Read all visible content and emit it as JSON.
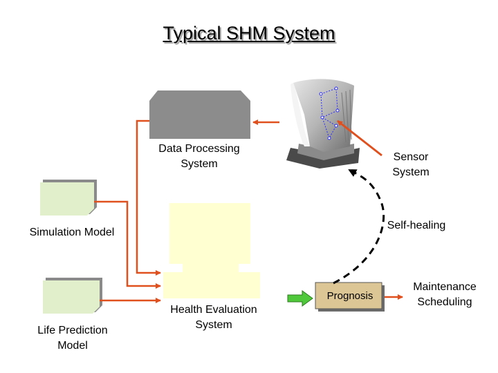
{
  "title": "Typical SHM System",
  "nodes": {
    "data_processing": "Data Processing\nSystem",
    "sensor": "Sensor\nSystem",
    "simulation": "Simulation Model",
    "life_prediction": "Life Prediction\nModel",
    "health_evaluation": "Health Evaluation\nSystem",
    "prognosis": "Prognosis",
    "maintenance": "Maintenance\nScheduling"
  },
  "edges": {
    "self_healing": "Self-healing"
  },
  "colors": {
    "connector": "#e0501e",
    "dashed_arc": "#000000",
    "gray_box": "#8c8c8c",
    "green_box": "#e2efcb",
    "yellow_box": "#ffffd2",
    "prognosis_box": "#dcc696",
    "green_arrow": "#4fc83b"
  },
  "icons": {
    "turbine_blade": "turbine-blade-photo-icon"
  }
}
